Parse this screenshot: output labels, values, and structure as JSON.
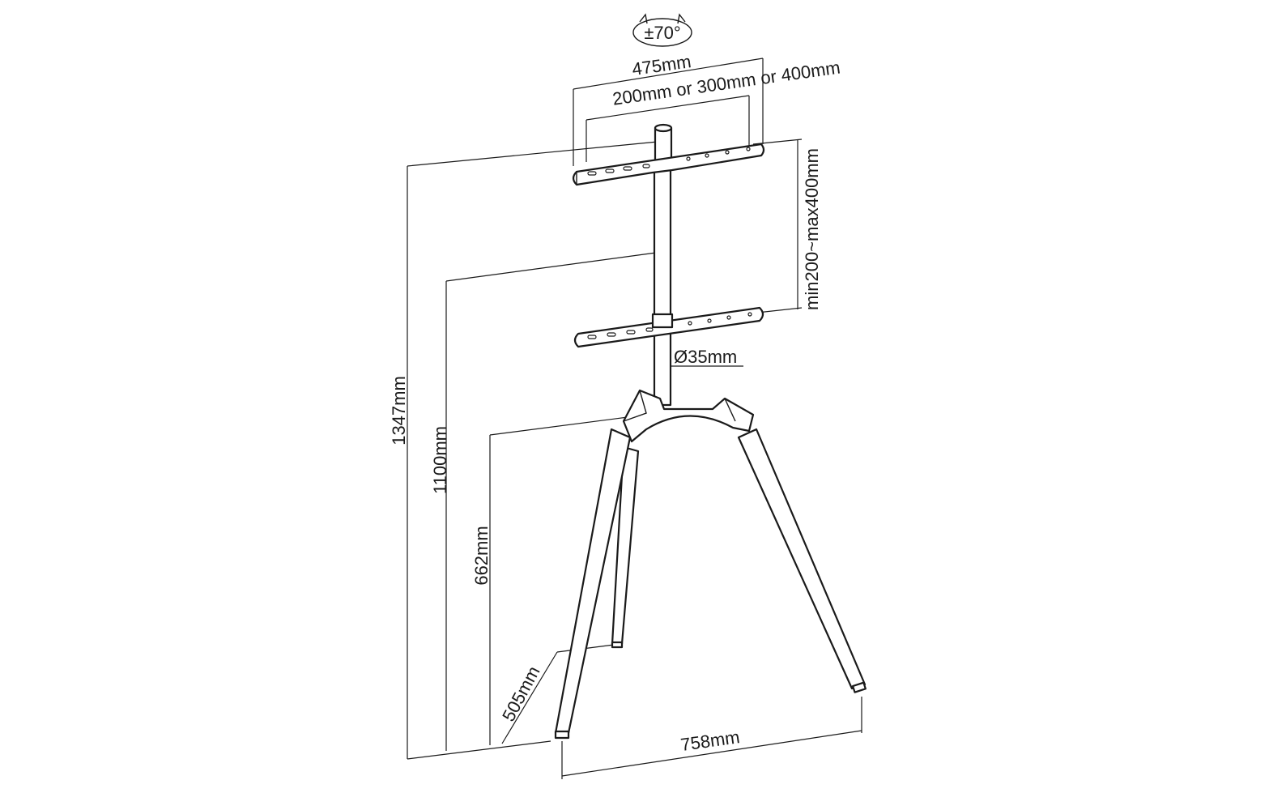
{
  "labels": {
    "rotation": "±70°",
    "mount_width": "475mm",
    "vesa_spacing": "200mm or 300mm or 400mm",
    "bracket_spacing": "min200~max400mm",
    "pole_diameter": "Ø35mm",
    "total_height": "1347mm",
    "mount_height": "1100mm",
    "leg_height": "662mm",
    "leg_depth": "505mm",
    "base_width": "758mm"
  },
  "colors": {
    "line": "#1a1a1a",
    "background": "#ffffff"
  }
}
